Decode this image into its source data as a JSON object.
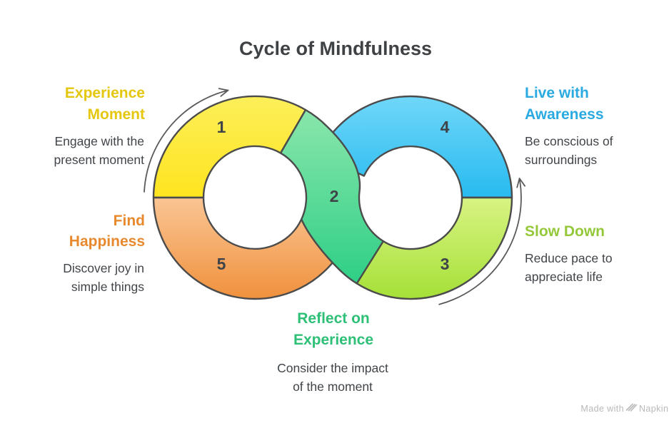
{
  "title": "Cycle of Mindfulness",
  "credit": {
    "prefix": "Made with",
    "brand": "Napkin"
  },
  "colors": {
    "outline": "#4B4B4B",
    "arrow": "#5A5A5A",
    "title_text": "#3F4245",
    "body_text": "#414549",
    "number_text": "#3F4448",
    "credit_text": "#B9B9B9",
    "yellow": "#FFE41F",
    "yellow_light": "#FCEF5A",
    "yellow_label": "#E4C70E",
    "green": "#2ECF86",
    "green_light": "#8AE6AB",
    "green_label": "#2FC077",
    "blue": "#28BAF0",
    "blue_light": "#70D7F8",
    "blue_label": "#2BAAE1",
    "lime": "#A5E037",
    "lime_light": "#D8F383",
    "lime_label": "#95C839",
    "orange": "#F0913D",
    "orange_light": "#FAC594",
    "orange_label": "#E8892D"
  },
  "steps": [
    {
      "num": "1",
      "name": "Experience Moment",
      "title_lines": [
        "Experience",
        "Moment"
      ],
      "desc_lines": [
        "Engage with the",
        "present moment"
      ]
    },
    {
      "num": "2",
      "name": "Reflect on Experience",
      "title_lines": [
        "Reflect on",
        "Experience"
      ],
      "desc_lines": [
        "Consider the impact",
        "of the moment"
      ]
    },
    {
      "num": "3",
      "name": "Slow Down",
      "title_lines": [
        "Slow Down"
      ],
      "desc_lines": [
        "Reduce pace to",
        "appreciate life"
      ]
    },
    {
      "num": "4",
      "name": "Live with Awareness",
      "title_lines": [
        "Live with",
        "Awareness"
      ],
      "desc_lines": [
        "Be conscious of",
        "surroundings"
      ]
    },
    {
      "num": "5",
      "name": "Find Happiness",
      "title_lines": [
        "Find",
        "Happiness"
      ],
      "desc_lines": [
        "Discover joy in",
        "simple things"
      ]
    }
  ]
}
